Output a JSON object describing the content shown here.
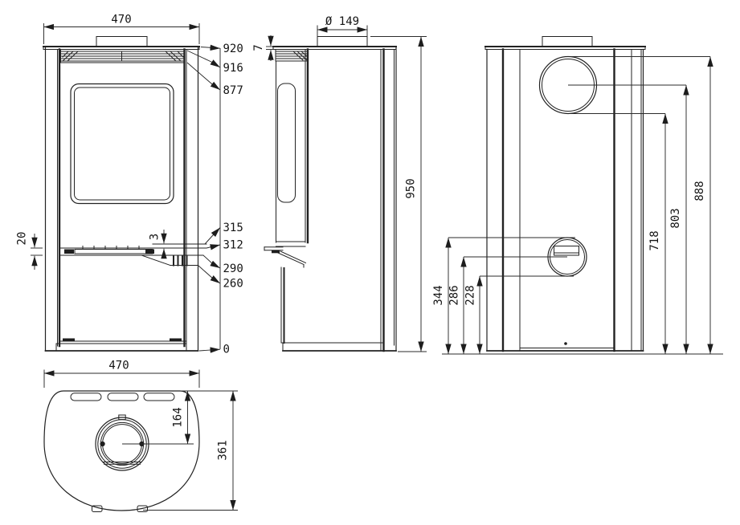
{
  "front_view": {
    "width": "470",
    "band": "20",
    "step": "3",
    "marks": [
      "920",
      "916",
      "877",
      "315",
      "312",
      "290",
      "260",
      "0"
    ]
  },
  "side_view": {
    "flue_diameter": "Ø 149",
    "plate": "7",
    "height": "950"
  },
  "back_view": {
    "flue": [
      "888",
      "803",
      "718"
    ],
    "air": [
      "344",
      "286",
      "228"
    ]
  },
  "top_view": {
    "width": "470",
    "flue_offset": "164",
    "depth": "361"
  }
}
